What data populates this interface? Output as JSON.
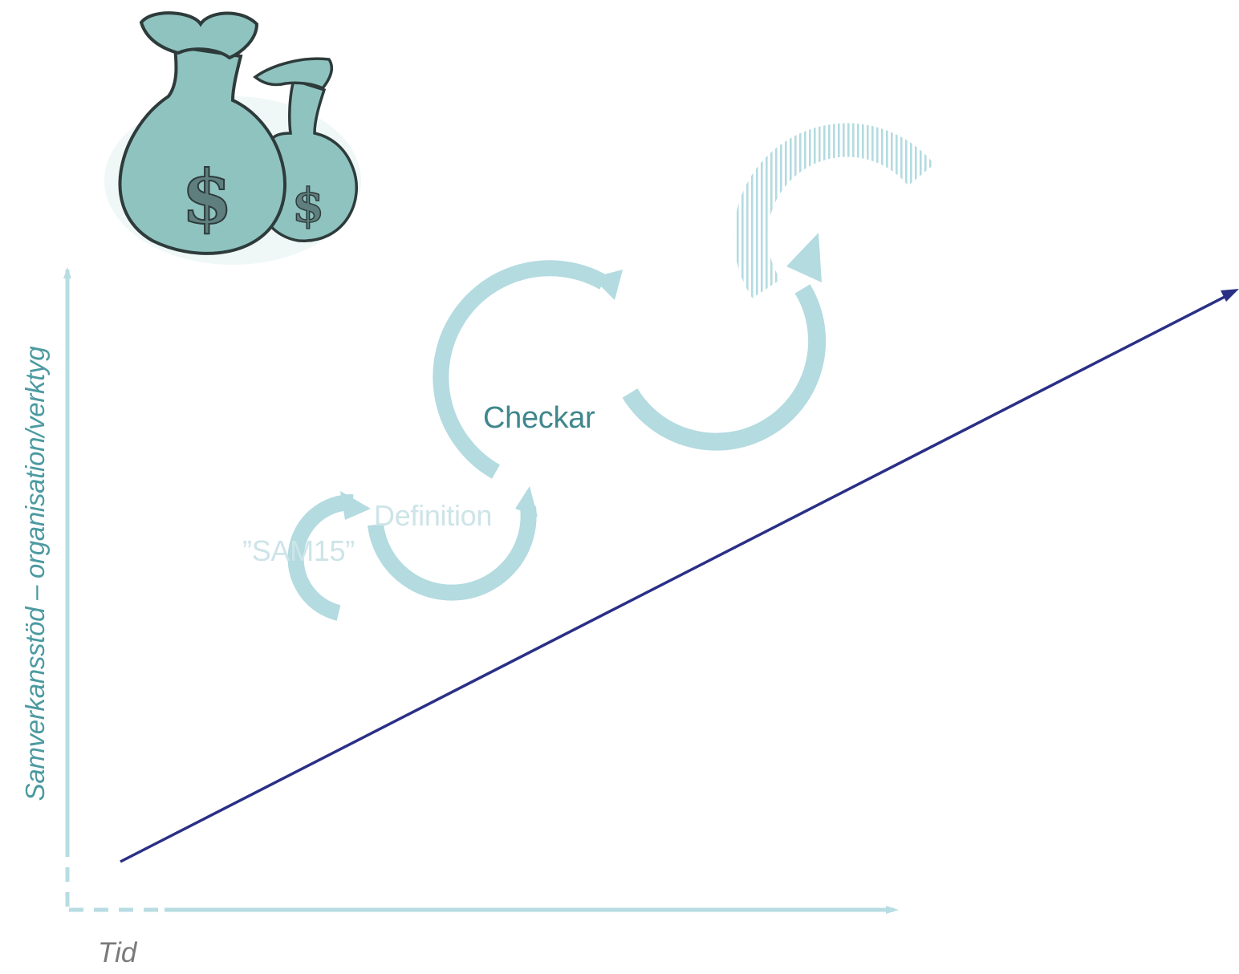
{
  "axes": {
    "y_label": "Samverkansstöd – organisation/verktyg",
    "x_label": "Tid"
  },
  "cycles": [
    {
      "label": "”SAM15”"
    },
    {
      "label": "Definition"
    },
    {
      "label": "Checkar"
    }
  ],
  "icons": {
    "money": "money-bags-icon"
  },
  "colors": {
    "axis": "#b7dde3",
    "cycle_fill": "#b3dbe0",
    "trend_line": "#2a2f86",
    "y_label": "#4b9aa0",
    "x_label": "#7a7a7a",
    "checkar_label": "#3f878d",
    "faded_label": "#cde4e8",
    "money_bag": "#8fc3c0"
  }
}
